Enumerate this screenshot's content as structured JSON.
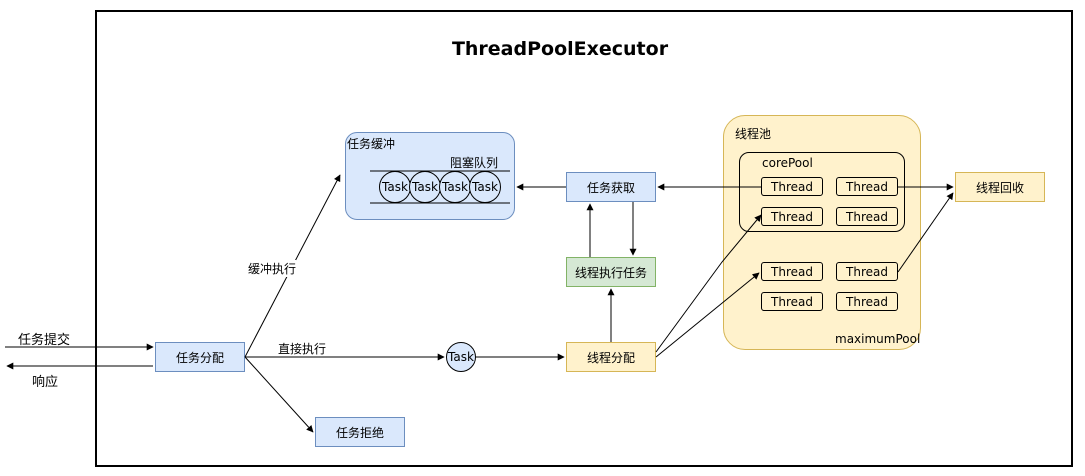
{
  "title": "ThreadPoolExecutor",
  "external": {
    "submit_label": "任务提交",
    "response_label": "响应"
  },
  "nodes": {
    "dispatch": "任务分配",
    "buffer_group": "任务缓冲",
    "blocking_queue": "阻塞队列",
    "queue_tasks": [
      "Task",
      "Task",
      "Task",
      "Task"
    ],
    "fetch_task": "任务获取",
    "execute_task": "线程执行任务",
    "thread_assign": "线程分配",
    "reject": "任务拒绝",
    "direct_task": "Task",
    "thread_recycle": "线程回收"
  },
  "pool": {
    "label": "线程池",
    "core_label": "corePool",
    "max_label": "maximumPool",
    "threads": [
      "Thread",
      "Thread",
      "Thread",
      "Thread",
      "Thread",
      "Thread",
      "Thread",
      "Thread"
    ]
  },
  "edges": {
    "buffer_exec": "缓冲执行",
    "direct_exec": "直接执行"
  },
  "colors": {
    "blue_fill": "#dae8fc",
    "blue_stroke": "#6c8ebf",
    "yellow_fill": "#fff2cc",
    "yellow_stroke": "#d6b656",
    "green_fill": "#d5e8d4",
    "green_stroke": "#82b366"
  }
}
